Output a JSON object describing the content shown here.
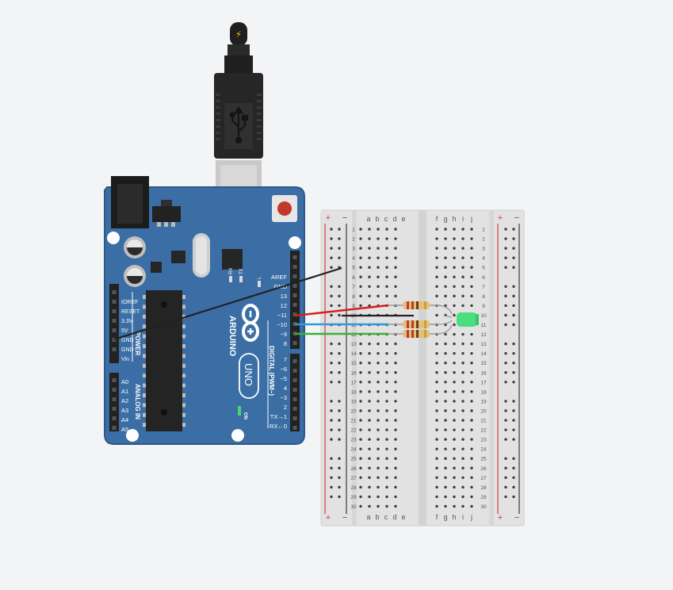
{
  "usb": {
    "icon": "usb-icon",
    "plug_icon": "lightning-icon"
  },
  "arduino": {
    "brand": "ARDUINO",
    "model": "UNO",
    "power_header": "POWER",
    "analog_header": "ANALOG IN",
    "digital_header": "DIGITAL (PWM~)",
    "power_pins": [
      "IOREF",
      "RESET",
      "3.3V",
      "5V",
      "GND",
      "GND",
      "Vin"
    ],
    "analog_pins": [
      "A0",
      "A1",
      "A2",
      "A3",
      "A4",
      "A5"
    ],
    "digital_pins": [
      "AREF",
      "GND",
      "13",
      "12",
      "~11",
      "~10",
      "~9",
      "8",
      "7",
      "~6",
      "~5",
      "4",
      "~3",
      "2",
      "TX→1",
      "RX←0"
    ],
    "led_labels": {
      "l": "L",
      "tx": "TX",
      "rx": "RX",
      "on": "ON"
    }
  },
  "breadboard": {
    "col_letters_left": [
      "a",
      "b",
      "c",
      "d",
      "e"
    ],
    "col_letters_right": [
      "f",
      "g",
      "h",
      "i",
      "j"
    ],
    "rail_plus": "+",
    "rail_minus": "−",
    "rows": 30
  },
  "components": {
    "resistors": 3,
    "led_color": "#4ade80"
  },
  "wires": [
    {
      "name": "black-wire",
      "color": "#222222"
    },
    {
      "name": "red-wire",
      "color": "#d61f1f"
    },
    {
      "name": "blue-wire",
      "color": "#2e9ad8"
    },
    {
      "name": "green-wire",
      "color": "#3bb03b"
    }
  ],
  "colors": {
    "board": "#3a6ea5",
    "board_dark": "#2d5986",
    "breadboard": "#e2e2e2",
    "rail_red": "#d93a3a"
  }
}
